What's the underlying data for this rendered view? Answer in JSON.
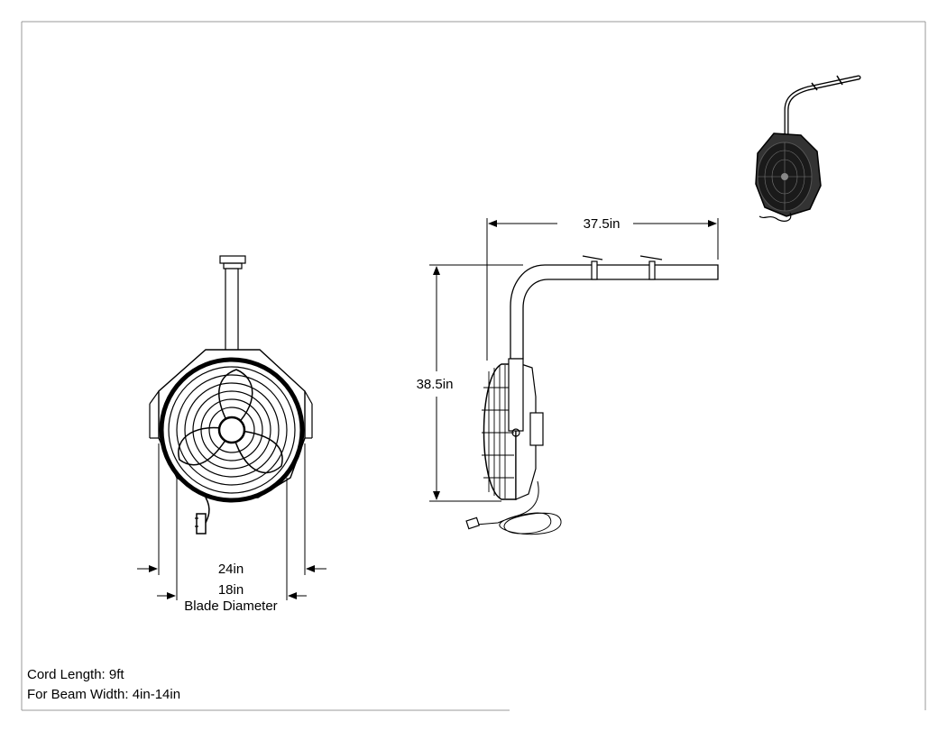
{
  "dimensions": {
    "overall_width": "24in",
    "blade_size": "18in",
    "blade_label": "Blade Diameter",
    "arm_reach": "37.5in",
    "overall_height": "38.5in"
  },
  "notes": {
    "cord_length": "Cord Length: 9ft",
    "beam_width": "For Beam Width: 4in-14in"
  },
  "views": [
    "front-view",
    "side-view",
    "isometric-view"
  ],
  "colors": {
    "line": "#000000",
    "frame": "#999999",
    "background": "#ffffff"
  }
}
